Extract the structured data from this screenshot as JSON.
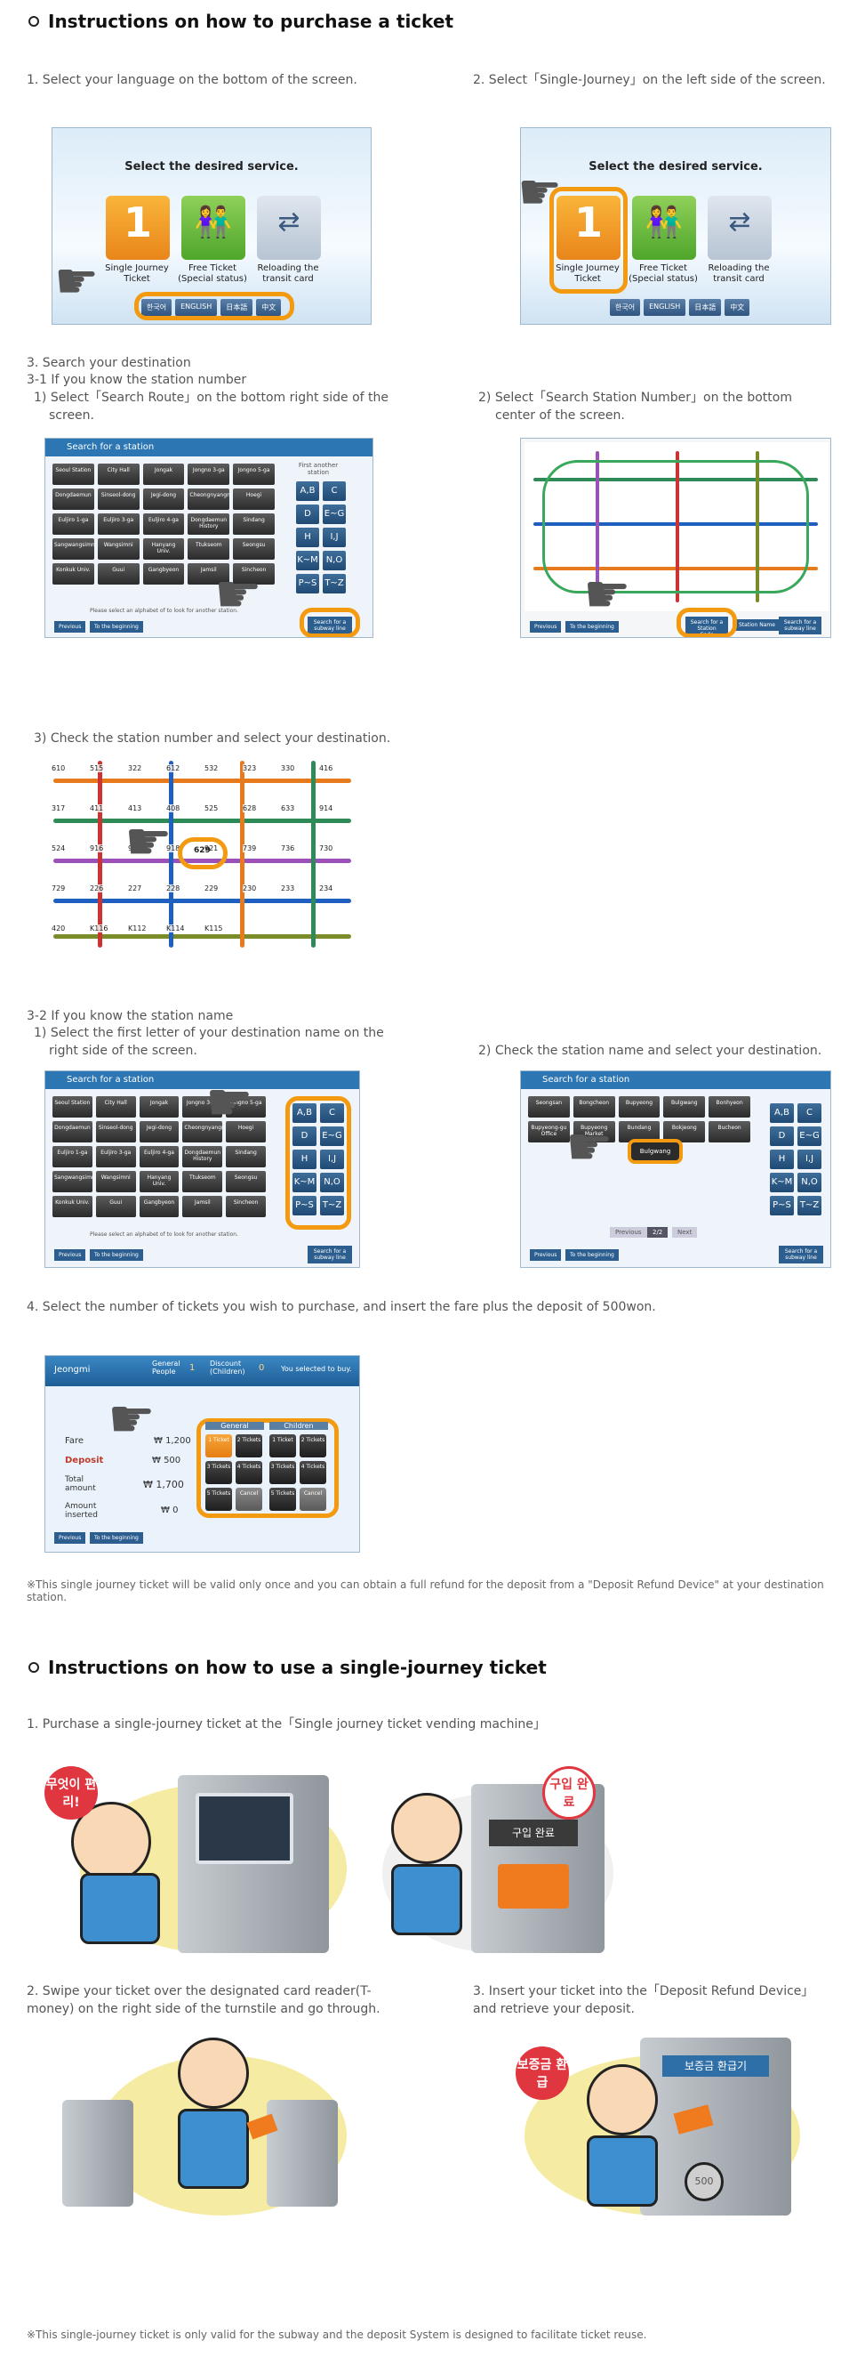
{
  "section1": {
    "title": "Instructions on how to purchase a ticket",
    "step1": "1. Select your language on the bottom of the screen.",
    "step2": "2. Select「Single-Journey」on the left side of the screen.",
    "step3_title": "3. Search your destination",
    "step3_1": "3-1 If you know the station number",
    "step3_1_1_a": "1) Select「Search Route」on the bottom right side of the",
    "step3_1_1_b": "screen.",
    "step3_1_2_a": "2) Select「Search Station Number」on the bottom",
    "step3_1_2_b": "center of the screen.",
    "step3_1_3": "3) Check the station number and select your destination.",
    "step3_2": "3-2 If you know the station name",
    "step3_2_1_a": "1) Select the first letter of your destination name on the",
    "step3_2_1_b": "right side of the screen.",
    "step3_2_2": "2) Check the station name and select your destination.",
    "step4": "4. Select the number of tickets you wish to purchase, and insert the fare plus the deposit of 500won.",
    "note": "※This single journey ticket will be valid only once and you can obtain a full refund for the deposit from a \"Deposit Refund Device\" at your destination station."
  },
  "section2": {
    "title": "Instructions on how to use a single-journey ticket",
    "step1": "1. Purchase a single-journey ticket at the「Single journey ticket vending machine」",
    "step2_a": "2. Swipe your ticket over the designated card reader(T-",
    "step2_b": "money) on the right side of the turnstile and go through.",
    "step3_a": "3. Insert your ticket into the「Deposit Refund Device」",
    "step3_b": "and retrieve your deposit.",
    "note": "※This single-journey ticket is only valid for the subway and the deposit System is designed to facilitate ticket reuse."
  },
  "screens": {
    "service_title": "Select the desired service.",
    "tile_single": "Single Journey Ticket",
    "tile_free": "Free Ticket (Special status)",
    "tile_reload": "Reloading the transit card",
    "tile_one": "1",
    "langs": [
      "한국어",
      "ENGLISH",
      "日本語",
      "中文"
    ],
    "search_header": "Search for a station",
    "alpha": [
      "A,B",
      "C",
      "D",
      "E~G",
      "H",
      "I,J",
      "K~M",
      "N,O",
      "P~S",
      "T~Z"
    ],
    "station_grid": [
      "Seoul Station",
      "City Hall",
      "Jongak",
      "Jongno 3-ga",
      "Jongno 5-ga",
      "Dongdaemun",
      "Sinseol-dong",
      "Jegi-dong",
      "Cheongnyangni",
      "Hoegi",
      "Euljiro 1-ga",
      "Euljiro 3-ga",
      "Euljiro 4-ga",
      "Dongdaemun History",
      "Sindang",
      "Sangwangsimni",
      "Wangsimni",
      "Hanyang Univ.",
      "Ttukseom",
      "Seongsu",
      "Konkuk Univ.",
      "Guui",
      "Gangbyeon",
      "Jamsil",
      "Sincheon"
    ],
    "first_another": "First another station",
    "please_select": "Please select an alphabet of to look for another station.",
    "previous": "Previous",
    "to_beginning": "To the beginning",
    "search_subway": "Search for a subway line",
    "station_code": "Search for a Station Code",
    "station_name": "Station Name",
    "page": "2/2",
    "next": "Next",
    "names_row1": [
      "Seongsan",
      "Bongcheon",
      "Bupyeong",
      "Bulgwang",
      "Bonhyeon"
    ],
    "names_row2": [
      "Bupyeong-gu Office",
      "Bupyeong Market",
      "Bundang",
      "Bokjeong",
      "Bucheon"
    ],
    "selected_name": "Bulgwang",
    "map_labels": [
      "610",
      "515",
      "322",
      "612",
      "532",
      "323",
      "330",
      "416",
      "317",
      "411",
      "413",
      "408",
      "525",
      "628",
      "633",
      "914",
      "524",
      "916",
      "917",
      "918",
      "921",
      "739",
      "736",
      "730",
      "729",
      "226",
      "227",
      "228",
      "229",
      "230",
      "233",
      "234",
      "420",
      "K116",
      "K112",
      "K114",
      "K115"
    ],
    "map_highlight": "629"
  },
  "ticket_screen": {
    "station": "Jeongmi",
    "general": "General People",
    "discount": "Discount (Children)",
    "selected": "You selected to buy.",
    "general_count": "1",
    "discount_count": "0",
    "fare_label": "Fare",
    "fare": "₩ 1,200",
    "deposit_label": "Deposit",
    "deposit": "₩ 500",
    "total_label": "Total amount",
    "total": "₩ 1,700",
    "inserted_label": "Amount inserted",
    "inserted": "₩ 0",
    "general_header": "General",
    "children_header": "Children",
    "btns_left": [
      "1 Ticket",
      "2 Tickets",
      "3 Tickets",
      "4 Tickets",
      "5 Tickets",
      "Cancel"
    ],
    "btns_right": [
      "1 Ticket",
      "2 Tickets",
      "3 Tickets",
      "4 Tickets",
      "5 Tickets",
      "Cancel"
    ],
    "previous": "Previous",
    "to_beginning": "To the beginning"
  },
  "illustrations": {
    "bubble1": "무엇이 편리!",
    "bubble2": "구입 완료",
    "bubble3": "보증금 환급",
    "device_sign": "보증금 환급기",
    "coin": "500"
  },
  "colors": {
    "accent": "#f39a11",
    "header_blue": "#2c76b3",
    "tile_orange": "#e9851a",
    "tile_green": "#4ea62a",
    "bubble_red": "#e03640"
  }
}
